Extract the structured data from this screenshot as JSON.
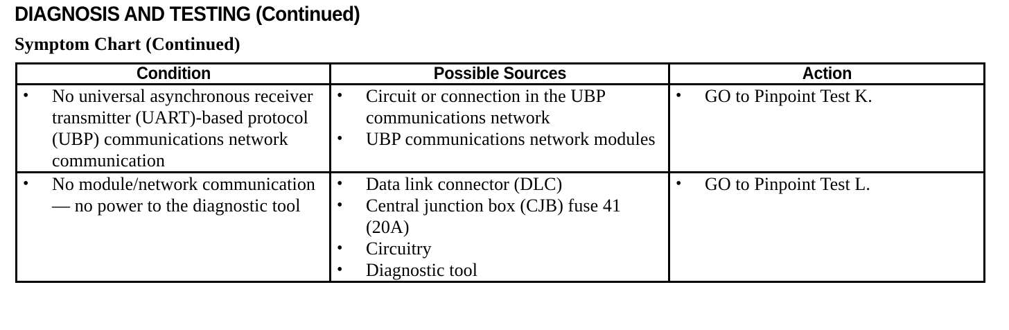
{
  "document": {
    "title": "DIAGNOSIS AND TESTING (Continued)",
    "subtitle": "Symptom Chart (Continued)"
  },
  "table": {
    "columns": [
      {
        "key": "condition",
        "label": "Condition"
      },
      {
        "key": "possible_sources",
        "label": "Possible Sources"
      },
      {
        "key": "action",
        "label": "Action"
      }
    ],
    "rows": [
      {
        "condition": [
          "No universal asynchronous receiver transmitter (UART)-based protocol (UBP) communications network communication"
        ],
        "possible_sources": [
          "Circuit or connection in the UBP communications network",
          "UBP communications network modules"
        ],
        "action": [
          "GO to Pinpoint Test K."
        ]
      },
      {
        "condition": [
          "No module/network communication — no power to the diagnostic tool"
        ],
        "possible_sources": [
          "Data link connector (DLC)",
          "Central junction box (CJB) fuse 41 (20A)",
          "Circuitry",
          "Diagnostic tool"
        ],
        "action": [
          "GO to Pinpoint Test L."
        ]
      }
    ]
  },
  "style": {
    "background_color": "#ffffff",
    "text_color": "#000000",
    "border_color": "#000000",
    "bullet_glyph": "•"
  }
}
